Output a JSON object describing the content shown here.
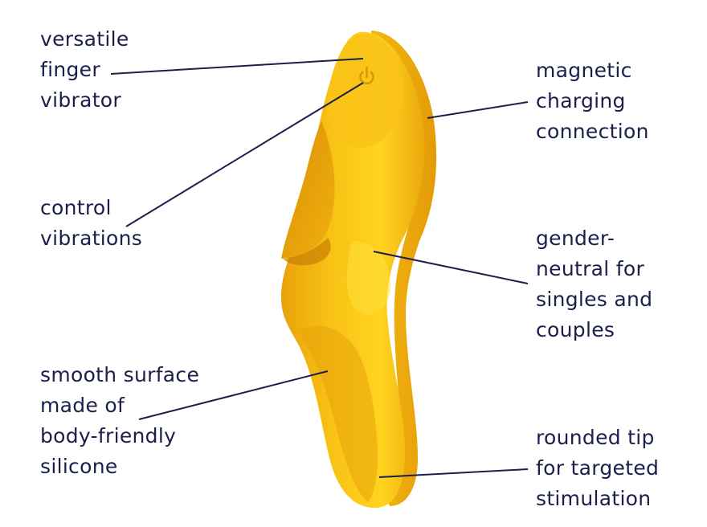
{
  "labels": {
    "versatile": "versatile\nfinger\nvibrator",
    "control": "control\nvibrations",
    "smooth": "smooth surface\nmade of\nbody-friendly\nsilicone",
    "magnetic": "magnetic\ncharging\nconnection",
    "gender": "gender-\nneutral for\nsingles and\ncouples",
    "rounded": "rounded tip\nfor targeted\nstimulation"
  },
  "colors": {
    "text": "#1b1f4b",
    "product_main": "#f5bc12",
    "product_light": "#ffd21e",
    "product_dark": "#e09a06"
  },
  "icons": {
    "power_button": "power-icon"
  }
}
